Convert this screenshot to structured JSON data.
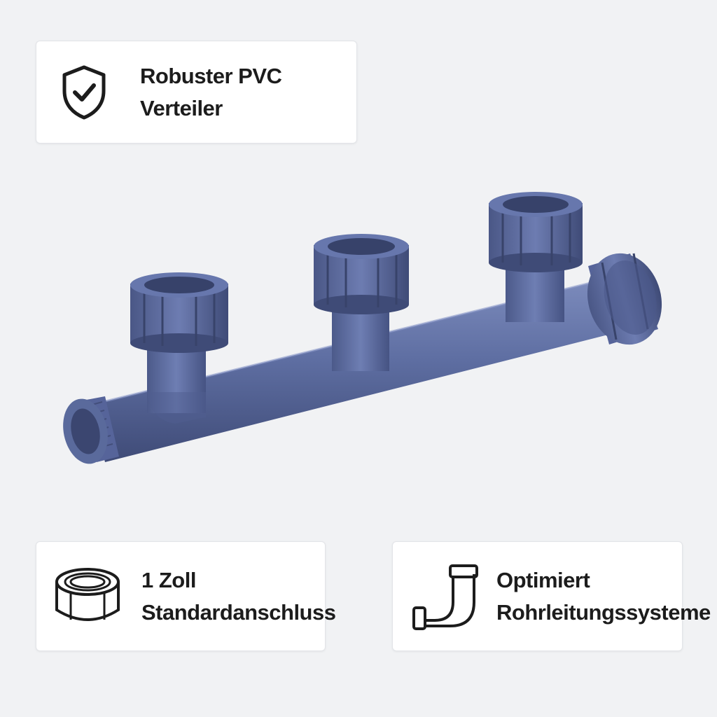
{
  "features": {
    "top": {
      "line1": "Robuster PVC",
      "line2": "Verteiler",
      "icon": "shield-check-icon"
    },
    "bottom_left": {
      "line1": "1 Zoll",
      "line2": "Standardanschluss",
      "icon": "threaded-nut-icon"
    },
    "bottom_right": {
      "line1": "Optimiert",
      "line2": "Rohrleitungssysteme",
      "icon": "pipe-elbow-icon"
    }
  },
  "product": {
    "name": "pvc-manifold-3-way",
    "color": "#5a6a9c"
  },
  "colors": {
    "background": "#f1f2f4",
    "card": "#ffffff",
    "text": "#1c1c1c",
    "pvc_blue": "#5a6a9c",
    "pvc_dark": "#3f4b77",
    "pvc_light": "#7d8cbd"
  }
}
